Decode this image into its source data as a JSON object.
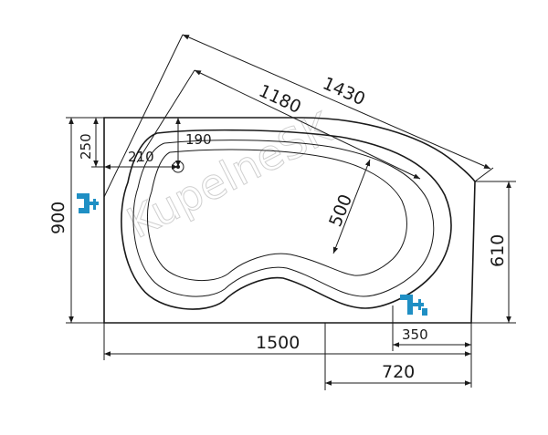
{
  "watermark": "KupelneSK",
  "dimensions": {
    "diag_outer": "1430",
    "diag_inner": "1180",
    "inner_offset": "190",
    "left_offset": "250",
    "drain_offset": "210",
    "basin_depth": "500",
    "total_height": "900",
    "right_height": "610",
    "total_length": "1500",
    "tap_offset": "350",
    "right_part": "720"
  },
  "colors": {
    "line": "#1a1a1a",
    "tap": "#1f8fc4",
    "watermark": "#d0d0d0"
  },
  "icons": [
    "faucet-icon-left",
    "faucet-icon-bottom",
    "drain-icon"
  ]
}
